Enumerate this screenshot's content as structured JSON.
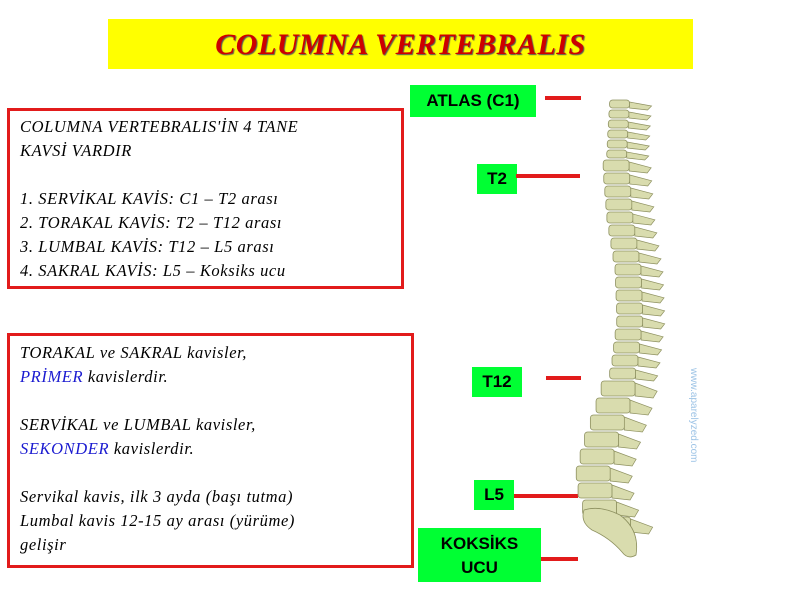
{
  "title": "COLUMNA VERTEBRALIS",
  "box1": {
    "line1": "COLUMNA VERTEBRALIS'İN 4 TANE",
    "line2": "KAVSİ VARDIR",
    "items": [
      "1. SERVİKAL KAVİS: C1 – T2 arası",
      "2. TORAKAL KAVİS: T2 – T12 arası",
      "3. LUMBAL KAVİS: T12 – L5 arası",
      "4. SAKRAL KAVİS: L5 – Koksiks ucu"
    ]
  },
  "box2": {
    "p1_line1": "TORAKAL ve SAKRAL kavisler,",
    "p1_highlight": "PRİMER",
    "p1_rest": " kavislerdir.",
    "p2_line1": "SERVİKAL ve LUMBAL kavisler,",
    "p2_highlight": "SEKONDER",
    "p2_rest": " kavislerdir.",
    "p3_line1": "Servikal kavis, ilk 3 ayda (başı tutma)",
    "p3_line2": "Lumbal kavis 12-15 ay arası (yürüme)",
    "p3_line3": "gelişir"
  },
  "labels": {
    "atlas": "ATLAS (C1)",
    "t2": "T2",
    "t12": "T12",
    "l5": "L5",
    "koksiks_line1": "KOKSİKS",
    "koksiks_line2": "UCU"
  },
  "watermark": "www.aparelyzed.com",
  "colors": {
    "title_bg": "#ffff00",
    "title_text": "#cc0000",
    "box_border": "#e21b1b",
    "label_bg": "#00ff33",
    "highlight": "#1a1ad0",
    "spine": "#d9dcae"
  }
}
